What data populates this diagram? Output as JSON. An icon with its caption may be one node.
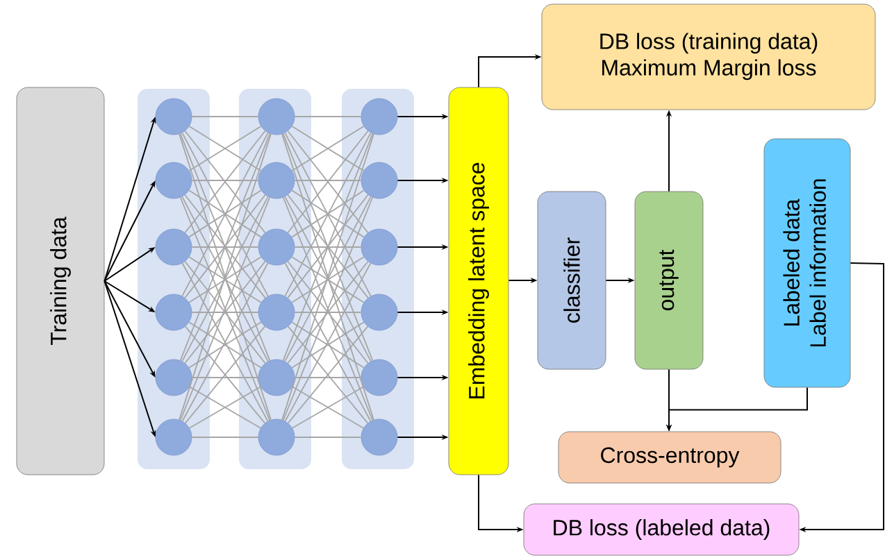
{
  "diagram": {
    "nodes": [
      {
        "text": [
          "Training data"
        ]
      },
      {
        "text": [],
        "shape": "box"
      },
      {
        "text": [],
        "shape": "box"
      },
      {
        "text": [],
        "shape": "box"
      },
      {
        "text": [],
        "shape": "circle",
        "in": 1
      },
      {
        "text": [],
        "shape": "circle",
        "in": 1
      },
      {
        "text": [],
        "shape": "circle",
        "in": 1
      },
      {
        "text": [],
        "shape": "circle",
        "in": 1
      },
      {
        "text": [],
        "shape": "circle",
        "in": 1
      },
      {
        "text": [],
        "shape": "circle",
        "in": 1
      },
      {
        "text": [],
        "shape": "circle",
        "in": 2
      },
      {
        "text": [],
        "shape": "circle",
        "in": 2
      },
      {
        "text": [],
        "shape": "circle",
        "in": 2
      },
      {
        "text": [],
        "shape": "circle",
        "in": 2
      },
      {
        "text": [],
        "shape": "circle",
        "in": 2
      },
      {
        "text": [],
        "shape": "circle",
        "in": 2
      },
      {
        "text": [],
        "shape": "circle",
        "in": 3
      },
      {
        "text": [],
        "shape": "circle",
        "in": 3
      },
      {
        "text": [],
        "shape": "circle",
        "in": 3
      },
      {
        "text": [],
        "shape": "circle",
        "in": 3
      },
      {
        "text": [],
        "shape": "circle",
        "in": 3
      },
      {
        "text": [],
        "shape": "circle",
        "in": 3
      },
      {
        "text": [
          "Embedding latent space"
        ]
      },
      {
        "text": [
          "DB loss (training data)",
          "Maximum Margin loss"
        ]
      },
      {
        "text": [
          "classifier"
        ]
      },
      {
        "text": [
          "output"
        ]
      },
      {
        "text": [
          "Labeled data",
          "Label information"
        ]
      },
      {
        "text": [
          "Cross-entropy"
        ]
      },
      {
        "text": [
          "DB loss (labeled data)"
        ]
      }
    ],
    "edges": [
      {
        "from": 0,
        "to": 4,
        "arrow": "to",
        "color": "#000000"
      },
      {
        "from": 0,
        "to": 5,
        "arrow": "to",
        "color": "#000000"
      },
      {
        "from": 0,
        "to": 6,
        "arrow": "to",
        "color": "#000000"
      },
      {
        "from": 0,
        "to": 7,
        "arrow": "to",
        "color": "#000000"
      },
      {
        "from": 0,
        "to": 8,
        "arrow": "to",
        "color": "#000000"
      },
      {
        "from": 0,
        "to": 9,
        "arrow": "to",
        "color": "#000000"
      },
      {
        "from": 4,
        "to": 10,
        "arrow": "none",
        "color": "#a6a6a6"
      },
      {
        "from": 4,
        "to": 11,
        "arrow": "none",
        "color": "#a6a6a6"
      },
      {
        "from": 4,
        "to": 12,
        "arrow": "none",
        "color": "#a6a6a6"
      },
      {
        "from": 4,
        "to": 13,
        "arrow": "none",
        "color": "#a6a6a6"
      },
      {
        "from": 4,
        "to": 14,
        "arrow": "none",
        "color": "#a6a6a6"
      },
      {
        "from": 4,
        "to": 15,
        "arrow": "none",
        "color": "#a6a6a6"
      },
      {
        "from": 5,
        "to": 10,
        "arrow": "none",
        "color": "#a6a6a6"
      },
      {
        "from": 5,
        "to": 11,
        "arrow": "none",
        "color": "#a6a6a6"
      },
      {
        "from": 5,
        "to": 12,
        "arrow": "none",
        "color": "#a6a6a6"
      },
      {
        "from": 5,
        "to": 13,
        "arrow": "none",
        "color": "#a6a6a6"
      },
      {
        "from": 5,
        "to": 14,
        "arrow": "none",
        "color": "#a6a6a6"
      },
      {
        "from": 5,
        "to": 15,
        "arrow": "none",
        "color": "#a6a6a6"
      },
      {
        "from": 6,
        "to": 10,
        "arrow": "none",
        "color": "#a6a6a6"
      },
      {
        "from": 6,
        "to": 11,
        "arrow": "none",
        "color": "#a6a6a6"
      },
      {
        "from": 6,
        "to": 12,
        "arrow": "none",
        "color": "#a6a6a6"
      },
      {
        "from": 6,
        "to": 13,
        "arrow": "none",
        "color": "#a6a6a6"
      },
      {
        "from": 6,
        "to": 14,
        "arrow": "none",
        "color": "#a6a6a6"
      },
      {
        "from": 6,
        "to": 15,
        "arrow": "none",
        "color": "#a6a6a6"
      },
      {
        "from": 7,
        "to": 10,
        "arrow": "none",
        "color": "#a6a6a6"
      },
      {
        "from": 7,
        "to": 11,
        "arrow": "none",
        "color": "#a6a6a6"
      },
      {
        "from": 7,
        "to": 12,
        "arrow": "none",
        "color": "#a6a6a6"
      },
      {
        "from": 7,
        "to": 13,
        "arrow": "none",
        "color": "#a6a6a6"
      },
      {
        "from": 7,
        "to": 14,
        "arrow": "none",
        "color": "#a6a6a6"
      },
      {
        "from": 7,
        "to": 15,
        "arrow": "none",
        "color": "#a6a6a6"
      },
      {
        "from": 8,
        "to": 10,
        "arrow": "none",
        "color": "#a6a6a6"
      },
      {
        "from": 8,
        "to": 11,
        "arrow": "none",
        "color": "#a6a6a6"
      },
      {
        "from": 8,
        "to": 12,
        "arrow": "none",
        "color": "#a6a6a6"
      },
      {
        "from": 8,
        "to": 13,
        "arrow": "none",
        "color": "#a6a6a6"
      },
      {
        "from": 8,
        "to": 14,
        "arrow": "none",
        "color": "#a6a6a6"
      },
      {
        "from": 8,
        "to": 15,
        "arrow": "none",
        "color": "#a6a6a6"
      },
      {
        "from": 9,
        "to": 10,
        "arrow": "none",
        "color": "#a6a6a6"
      },
      {
        "from": 9,
        "to": 11,
        "arrow": "none",
        "color": "#a6a6a6"
      },
      {
        "from": 9,
        "to": 12,
        "arrow": "none",
        "color": "#a6a6a6"
      },
      {
        "from": 9,
        "to": 13,
        "arrow": "none",
        "color": "#a6a6a6"
      },
      {
        "from": 9,
        "to": 14,
        "arrow": "none",
        "color": "#a6a6a6"
      },
      {
        "from": 9,
        "to": 15,
        "arrow": "none",
        "color": "#a6a6a6"
      },
      {
        "from": 10,
        "to": 16,
        "arrow": "none",
        "color": "#a6a6a6"
      },
      {
        "from": 10,
        "to": 17,
        "arrow": "none",
        "color": "#a6a6a6"
      },
      {
        "from": 10,
        "to": 18,
        "arrow": "none",
        "color": "#a6a6a6"
      },
      {
        "from": 10,
        "to": 19,
        "arrow": "none",
        "color": "#a6a6a6"
      },
      {
        "from": 10,
        "to": 20,
        "arrow": "none",
        "color": "#a6a6a6"
      },
      {
        "from": 10,
        "to": 21,
        "arrow": "none",
        "color": "#a6a6a6"
      },
      {
        "from": 11,
        "to": 16,
        "arrow": "none",
        "color": "#a6a6a6"
      },
      {
        "from": 11,
        "to": 17,
        "arrow": "none",
        "color": "#a6a6a6"
      },
      {
        "from": 11,
        "to": 18,
        "arrow": "none",
        "color": "#a6a6a6"
      },
      {
        "from": 11,
        "to": 19,
        "arrow": "none",
        "color": "#a6a6a6"
      },
      {
        "from": 11,
        "to": 20,
        "arrow": "none",
        "color": "#a6a6a6"
      },
      {
        "from": 11,
        "to": 21,
        "arrow": "none",
        "color": "#a6a6a6"
      },
      {
        "from": 12,
        "to": 16,
        "arrow": "none",
        "color": "#a6a6a6"
      },
      {
        "from": 12,
        "to": 17,
        "arrow": "none",
        "color": "#a6a6a6"
      },
      {
        "from": 12,
        "to": 18,
        "arrow": "none",
        "color": "#a6a6a6"
      },
      {
        "from": 12,
        "to": 19,
        "arrow": "none",
        "color": "#a6a6a6"
      },
      {
        "from": 12,
        "to": 20,
        "arrow": "none",
        "color": "#a6a6a6"
      },
      {
        "from": 12,
        "to": 21,
        "arrow": "none",
        "color": "#a6a6a6"
      },
      {
        "from": 13,
        "to": 16,
        "arrow": "none",
        "color": "#a6a6a6"
      },
      {
        "from": 13,
        "to": 17,
        "arrow": "none",
        "color": "#a6a6a6"
      },
      {
        "from": 13,
        "to": 18,
        "arrow": "none",
        "color": "#a6a6a6"
      },
      {
        "from": 13,
        "to": 19,
        "arrow": "none",
        "color": "#a6a6a6"
      },
      {
        "from": 13,
        "to": 20,
        "arrow": "none",
        "color": "#a6a6a6"
      },
      {
        "from": 13,
        "to": 21,
        "arrow": "none",
        "color": "#a6a6a6"
      },
      {
        "from": 14,
        "to": 16,
        "arrow": "none",
        "color": "#a6a6a6"
      },
      {
        "from": 14,
        "to": 17,
        "arrow": "none",
        "color": "#a6a6a6"
      },
      {
        "from": 14,
        "to": 18,
        "arrow": "none",
        "color": "#a6a6a6"
      },
      {
        "from": 14,
        "to": 19,
        "arrow": "none",
        "color": "#a6a6a6"
      },
      {
        "from": 14,
        "to": 20,
        "arrow": "none",
        "color": "#a6a6a6"
      },
      {
        "from": 14,
        "to": 21,
        "arrow": "none",
        "color": "#a6a6a6"
      },
      {
        "from": 15,
        "to": 16,
        "arrow": "none",
        "color": "#a6a6a6"
      },
      {
        "from": 15,
        "to": 17,
        "arrow": "none",
        "color": "#a6a6a6"
      },
      {
        "from": 15,
        "to": 18,
        "arrow": "none",
        "color": "#a6a6a6"
      },
      {
        "from": 15,
        "to": 19,
        "arrow": "none",
        "color": "#a6a6a6"
      },
      {
        "from": 15,
        "to": 20,
        "arrow": "none",
        "color": "#a6a6a6"
      },
      {
        "from": 15,
        "to": 21,
        "arrow": "none",
        "color": "#a6a6a6"
      },
      {
        "from": 16,
        "to": 22,
        "arrow": "to",
        "color": "#000000"
      },
      {
        "from": 17,
        "to": 22,
        "arrow": "to",
        "color": "#000000"
      },
      {
        "from": 18,
        "to": 22,
        "arrow": "to",
        "color": "#000000"
      },
      {
        "from": 19,
        "to": 22,
        "arrow": "to",
        "color": "#000000"
      },
      {
        "from": 20,
        "to": 22,
        "arrow": "to",
        "color": "#000000"
      },
      {
        "from": 21,
        "to": 22,
        "arrow": "to",
        "color": "#000000"
      },
      {
        "from": 22,
        "to": 23,
        "arrow": "to",
        "color": "#000000"
      },
      {
        "from": 22,
        "to": 24,
        "arrow": "to",
        "color": "#000000"
      },
      {
        "from": 24,
        "to": 25,
        "arrow": "to",
        "color": "#000000"
      },
      {
        "from": 25,
        "to": 23,
        "arrow": "to",
        "color": "#000000"
      },
      {
        "from": 25,
        "to": 27,
        "arrow": "to",
        "color": "#000000"
      },
      {
        "from": 26,
        "to": 27,
        "arrow": "to",
        "color": "#000000"
      },
      {
        "from": 26,
        "to": 28,
        "arrow": "to",
        "color": "#000000"
      },
      {
        "from": 22,
        "to": 28,
        "arrow": "to",
        "color": "#000000"
      }
    ]
  }
}
